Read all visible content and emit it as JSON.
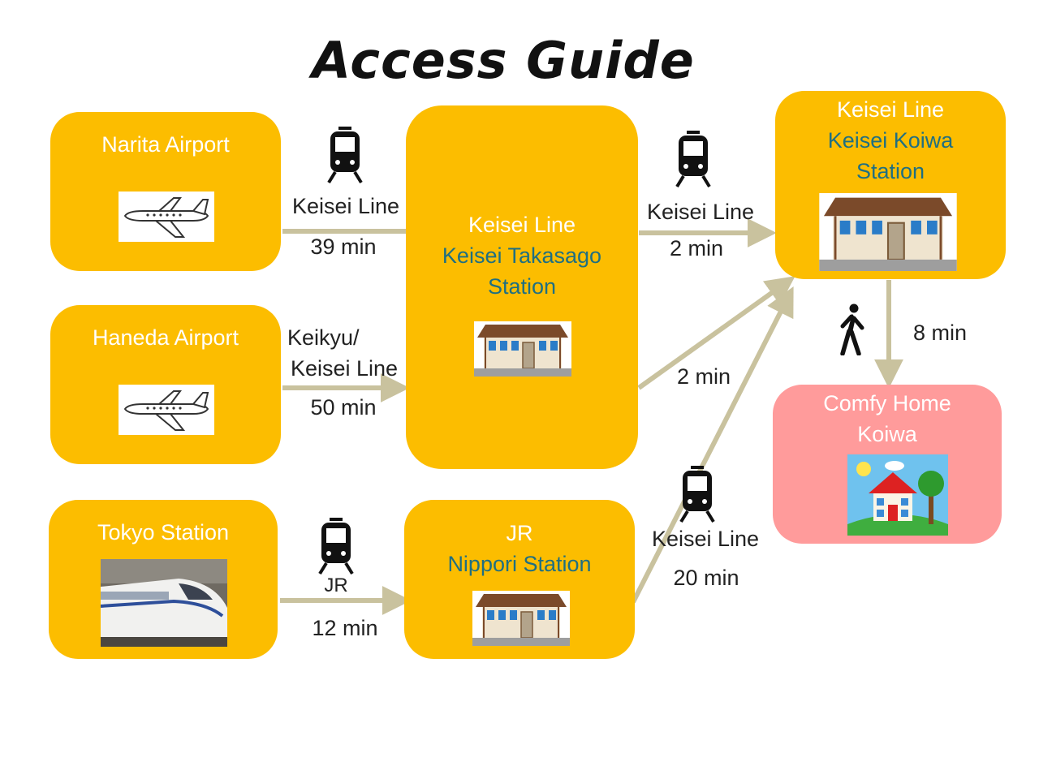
{
  "title": "Access Guide",
  "nodes": {
    "narita": {
      "name": "Narita Airport"
    },
    "haneda": {
      "name": "Haneda Airport"
    },
    "tokyo": {
      "name": "Tokyo Station"
    },
    "takasago": {
      "line": "Keisei Line",
      "station_1": "Keisei Takasago",
      "station_2": "Station"
    },
    "nippori": {
      "line": "JR",
      "station": "Nippori Station"
    },
    "koiwa": {
      "line": "Keisei Line",
      "station_1": "Keisei Koiwa",
      "station_2": "Station"
    },
    "home": {
      "name_1": "Comfy Home",
      "name_2": "Koiwa"
    }
  },
  "edges": {
    "narita_takasago": {
      "line": "Keisei Line",
      "time": "39 min"
    },
    "haneda_takasago": {
      "line_1": "Keikyu/",
      "line_2": "Keisei Line",
      "time": "50 min"
    },
    "tokyo_nippori": {
      "line": "JR",
      "time": "12 min"
    },
    "takasago_koiwa_top": {
      "line": "Keisei Line",
      "time": "2 min"
    },
    "takasago_koiwa_diag": {
      "time": "2 min"
    },
    "nippori_koiwa": {
      "line": "Keisei Line",
      "time": "20 min"
    },
    "koiwa_home": {
      "time": "8 min"
    }
  },
  "colors": {
    "box": "#fcbd00",
    "home_box": "#ff9b9b",
    "station_text": "#1f6f82",
    "arrow": "#c9c29e"
  },
  "icons": [
    "train-icon",
    "airplane-icon",
    "station-building-icon",
    "walking-person-icon",
    "house-icon",
    "bullet-train-icon"
  ]
}
